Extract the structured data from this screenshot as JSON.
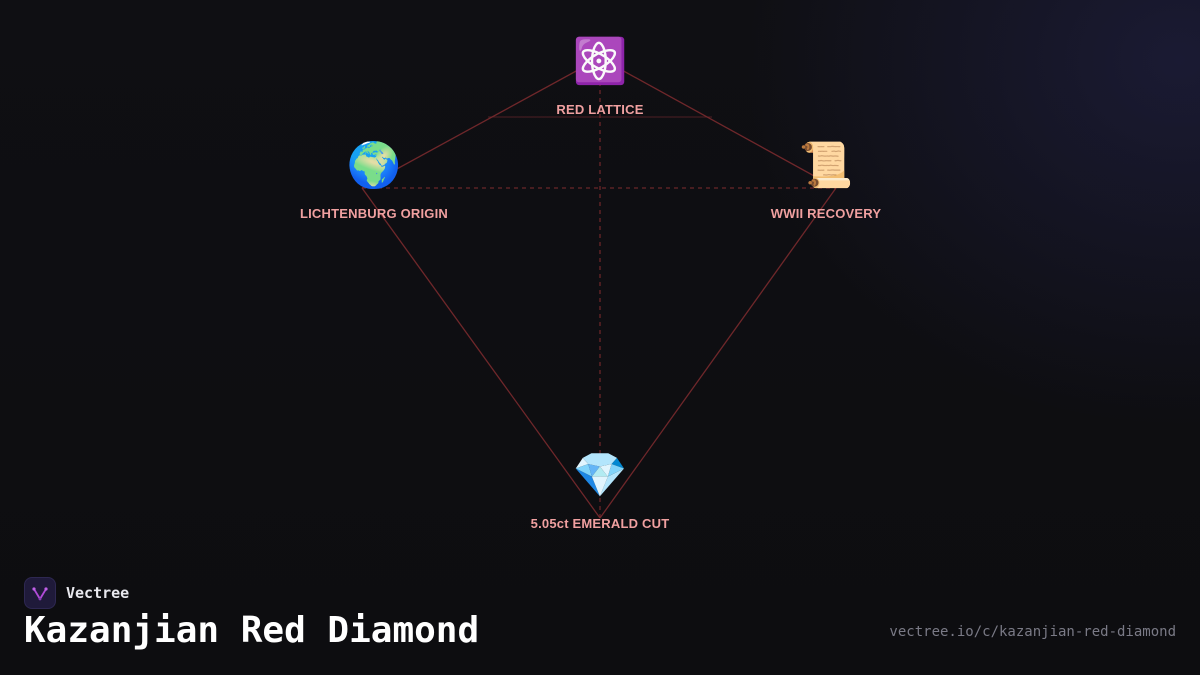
{
  "brand": {
    "name": "Vectree",
    "logo_icon": "vectree-logo-icon"
  },
  "title": "Kazanjian Red Diamond",
  "url": "vectree.io/c/kazanjian-red-diamond",
  "colors": {
    "background": "#0e0e12",
    "edge": "#7a2a2e",
    "node_label": "#f0a0a0",
    "title": "#ffffff",
    "url": "#7a7a86",
    "logo_accent": "#b04ad8"
  },
  "nodes": [
    {
      "id": "red-lattice",
      "icon": "atom-icon",
      "glyph": "⚛️",
      "label": "RED LATTICE"
    },
    {
      "id": "lichtenburg-origin",
      "icon": "globe-icon",
      "glyph": "🌍",
      "label": "LICHTENBURG ORIGIN"
    },
    {
      "id": "wwii-recovery",
      "icon": "scroll-icon",
      "glyph": "📜",
      "label": "WWII RECOVERY"
    },
    {
      "id": "emerald-cut",
      "icon": "gem-icon",
      "glyph": "💎",
      "label": "5.05ct EMERALD CUT"
    }
  ],
  "edges": [
    {
      "from": "red-lattice",
      "to": "lichtenburg-origin",
      "style": "solid"
    },
    {
      "from": "red-lattice",
      "to": "wwii-recovery",
      "style": "solid"
    },
    {
      "from": "lichtenburg-origin",
      "to": "emerald-cut",
      "style": "solid"
    },
    {
      "from": "wwii-recovery",
      "to": "emerald-cut",
      "style": "solid"
    },
    {
      "from": "lichtenburg-origin",
      "to": "wwii-recovery",
      "style": "dashed"
    },
    {
      "from": "red-lattice",
      "to": "emerald-cut",
      "style": "dashed"
    }
  ]
}
